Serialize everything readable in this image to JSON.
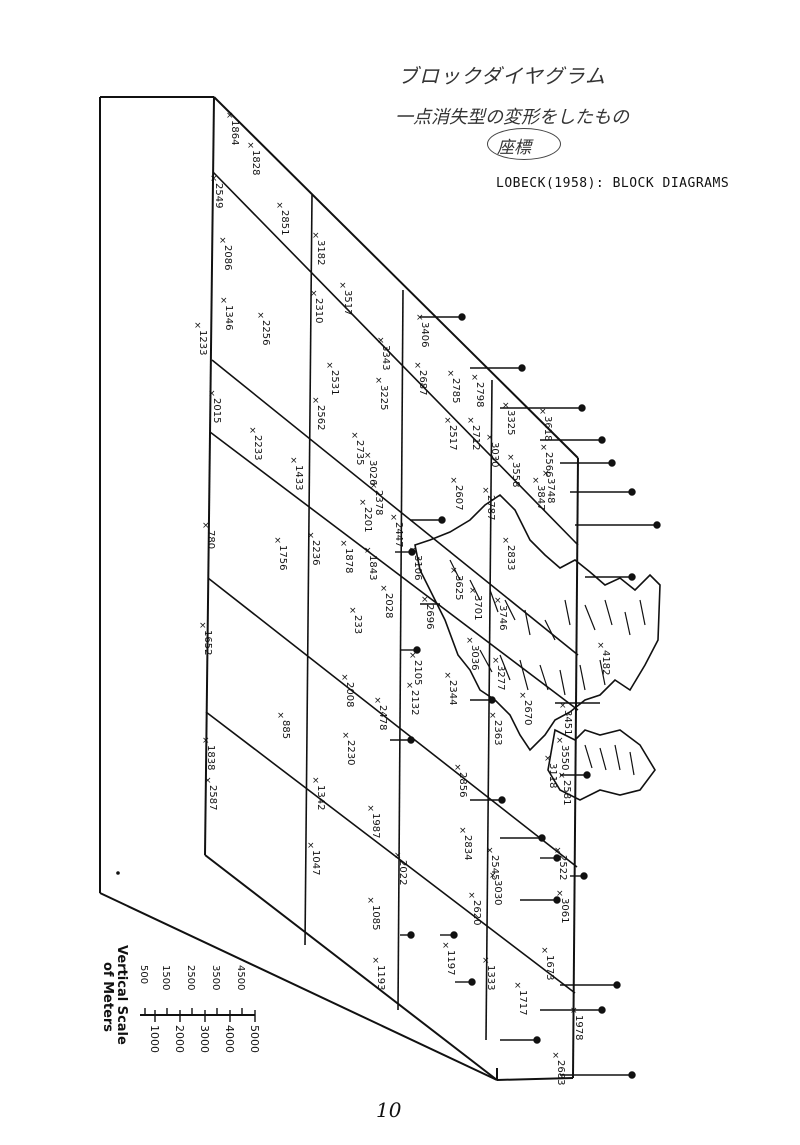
{
  "header": {
    "title_jp": "ブロックダイヤグラム",
    "subtitle_jp": "一点消失型の変形をしたもの",
    "coord_jp": "座標",
    "citation": "LOBECK(1958): BLOCK DIAGRAMS"
  },
  "scale": {
    "title_line1": "Vertical Scale",
    "title_line2": "of Meters",
    "major_ticks": [
      "5000",
      "4000",
      "3000",
      "2000",
      "1000"
    ],
    "minor_ticks": [
      "4500",
      "3500",
      "2500",
      "1500",
      "500"
    ]
  },
  "spot_heights": [
    "1864",
    "1828",
    "2549",
    "2851",
    "3182",
    "2086",
    "1346",
    "2256",
    "2310",
    "3517",
    "3406",
    "1233",
    "3343",
    "2531",
    "3225",
    "2785",
    "2687",
    "2798",
    "2015",
    "2562",
    "3325",
    "3618",
    "2566",
    "2233",
    "2735",
    "2517",
    "2712",
    "3030",
    "3026",
    "3558",
    "3748",
    "3847",
    "1433",
    "2378",
    "2607",
    "2787",
    "2201",
    "2447",
    "780",
    "1756",
    "2236",
    "1878",
    "1843",
    "3106",
    "3625",
    "2833",
    "2028",
    "2696",
    "233",
    "3701",
    "3746",
    "1652",
    "2105",
    "3036",
    "4182",
    "2132",
    "2008",
    "3277",
    "2344",
    "2478",
    "2670",
    "3451",
    "2230",
    "2363",
    "3550",
    "885",
    "3118",
    "1838",
    "2856",
    "2581",
    "2587",
    "1342",
    "1987",
    "2834",
    "2545",
    "2522",
    "1047",
    "2022",
    "3030",
    "3061",
    "1085",
    "2620",
    "1197",
    "1333",
    "1673",
    "1193",
    "1717",
    "1978",
    "2683"
  ],
  "page_number": "10"
}
